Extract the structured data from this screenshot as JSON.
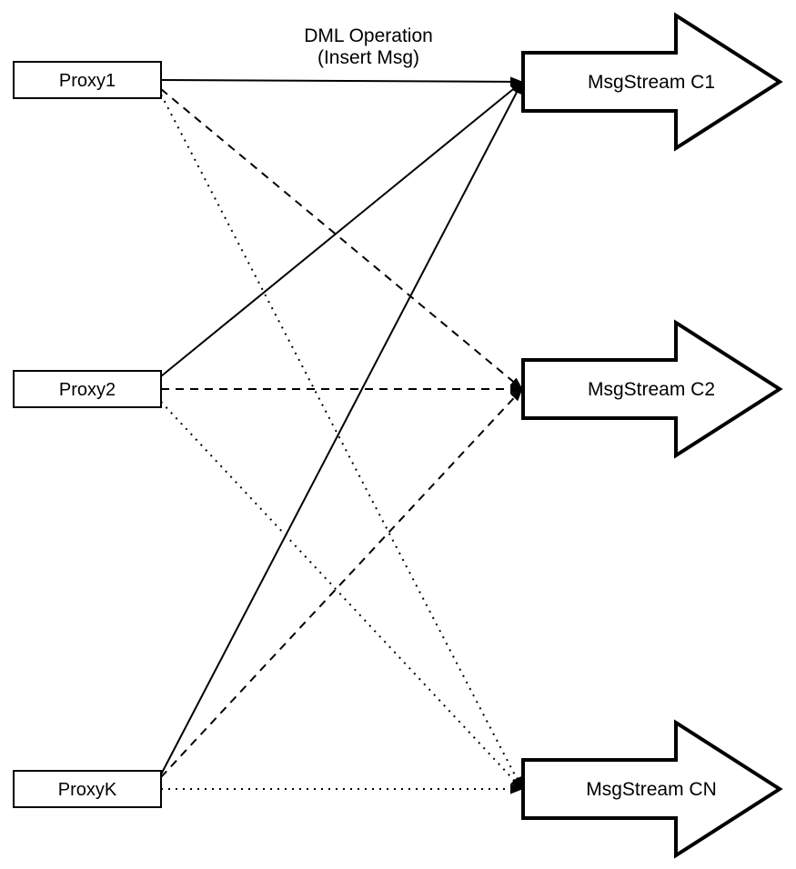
{
  "diagram": {
    "type": "flow-diagram",
    "title": {
      "line1": "DML Operation",
      "line2": "(Insert Msg)"
    },
    "colors": {
      "stroke": "#000000",
      "fill": "#ffffff",
      "background": "#ffffff"
    },
    "proxies": [
      {
        "label": "Proxy1"
      },
      {
        "label": "Proxy2"
      },
      {
        "label": "ProxyK"
      }
    ],
    "streams": [
      {
        "label": "MsgStream C1",
        "incoming_line_style": "solid"
      },
      {
        "label": "MsgStream C2",
        "incoming_line_style": "dashed"
      },
      {
        "label": "MsgStream CN",
        "incoming_line_style": "dotted"
      }
    ],
    "edges": [
      {
        "from": "Proxy1",
        "to": "MsgStream C1",
        "style": "solid"
      },
      {
        "from": "Proxy2",
        "to": "MsgStream C1",
        "style": "solid"
      },
      {
        "from": "ProxyK",
        "to": "MsgStream C1",
        "style": "solid"
      },
      {
        "from": "Proxy1",
        "to": "MsgStream C2",
        "style": "dashed"
      },
      {
        "from": "Proxy2",
        "to": "MsgStream C2",
        "style": "dashed"
      },
      {
        "from": "ProxyK",
        "to": "MsgStream C2",
        "style": "dashed"
      },
      {
        "from": "Proxy1",
        "to": "MsgStream CN",
        "style": "dotted"
      },
      {
        "from": "Proxy2",
        "to": "MsgStream CN",
        "style": "dotted"
      },
      {
        "from": "ProxyK",
        "to": "MsgStream CN",
        "style": "dotted"
      }
    ]
  }
}
